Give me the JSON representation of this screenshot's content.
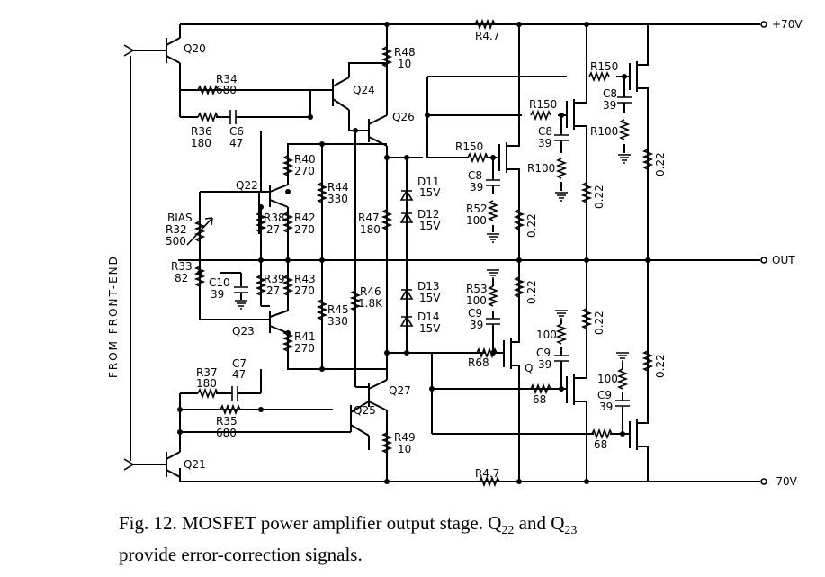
{
  "rails": {
    "pos": "+70V",
    "neg": "-70V",
    "out": "OUT"
  },
  "side_label": "FROM FRONT-END",
  "labels": {
    "Q20": "Q20",
    "Q21": "Q21",
    "Q22": "Q22",
    "Q23": "Q23",
    "Q24": "Q24",
    "Q25": "Q25",
    "Q26": "Q26",
    "Q27": "Q27",
    "Q": "Q",
    "R4_7": "R4.7",
    "R48": "R48",
    "R48v": "10",
    "R49": "R49",
    "R49v": "10",
    "R34": "R34",
    "R34v": "680",
    "R35": "R35",
    "R35v": "680",
    "R36": "R36",
    "R36v": "180",
    "R37": "R37",
    "R37v": "180",
    "C6": "C6",
    "C6v": "47",
    "C7": "C7",
    "C7v": "47",
    "BIAS": "BIAS",
    "R32": "R32",
    "R32v": "500",
    "R33": "R33",
    "R33v": "82",
    "C10": "C10",
    "C10v": "39",
    "R38": "R38",
    "R38v": "27",
    "R39": "R39",
    "R39v": "27",
    "R40": "R40",
    "R40v": "270",
    "R41": "R41",
    "R41v": "270",
    "R42": "R42",
    "R42v": "270",
    "R43": "R43",
    "R43v": "270",
    "R44": "R44",
    "R44v": "330",
    "R45": "R45",
    "R45v": "330",
    "R46": "R46",
    "R46v": "1.8K",
    "R47": "R47",
    "R47v": "180",
    "D11": "D11",
    "D12": "D12",
    "D13": "D13",
    "D14": "D14",
    "Dv": "15V",
    "R150": "R150",
    "R100": "R100",
    "v100": "100",
    "R68": "R68",
    "v68": "68",
    "R52": "R52",
    "R52v": "100",
    "R53": "R53",
    "R53v": "100",
    "C8": "C8",
    "C9": "C9",
    "v39": "39",
    "v022": "0.22"
  },
  "caption": {
    "l1a": "Fig. 12.  MOSFET power amplifier output stage. Q",
    "s1": "22",
    "l1b": " and Q",
    "s2": "23",
    "l2": "provide error-correction signals."
  }
}
